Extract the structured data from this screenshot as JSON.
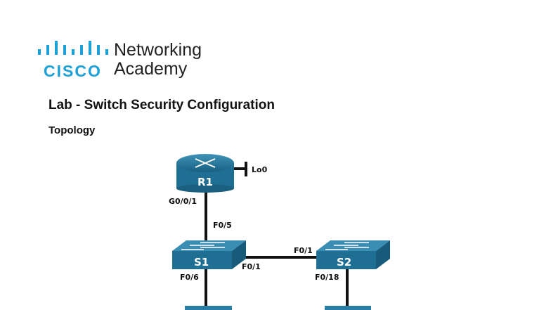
{
  "logo": {
    "brand": "cisco",
    "line1": "Networking",
    "line2": "Academy",
    "color": "#1ba0d7"
  },
  "document": {
    "title": "Lab - Switch Security Configuration",
    "section": "Topology"
  },
  "topology": {
    "devices": [
      {
        "name": "R1",
        "type": "router"
      },
      {
        "name": "S1",
        "type": "switch"
      },
      {
        "name": "S2",
        "type": "switch"
      }
    ],
    "interfaces": {
      "r1_loopback": "Lo0",
      "r1_g": "G0/0/1",
      "s1_f05": "F0/5",
      "s1_f01": "F0/1",
      "s2_f01": "F0/1",
      "s1_f06": "F0/6",
      "s2_f018": "F0/18"
    },
    "device_color": "#1f6f94"
  }
}
